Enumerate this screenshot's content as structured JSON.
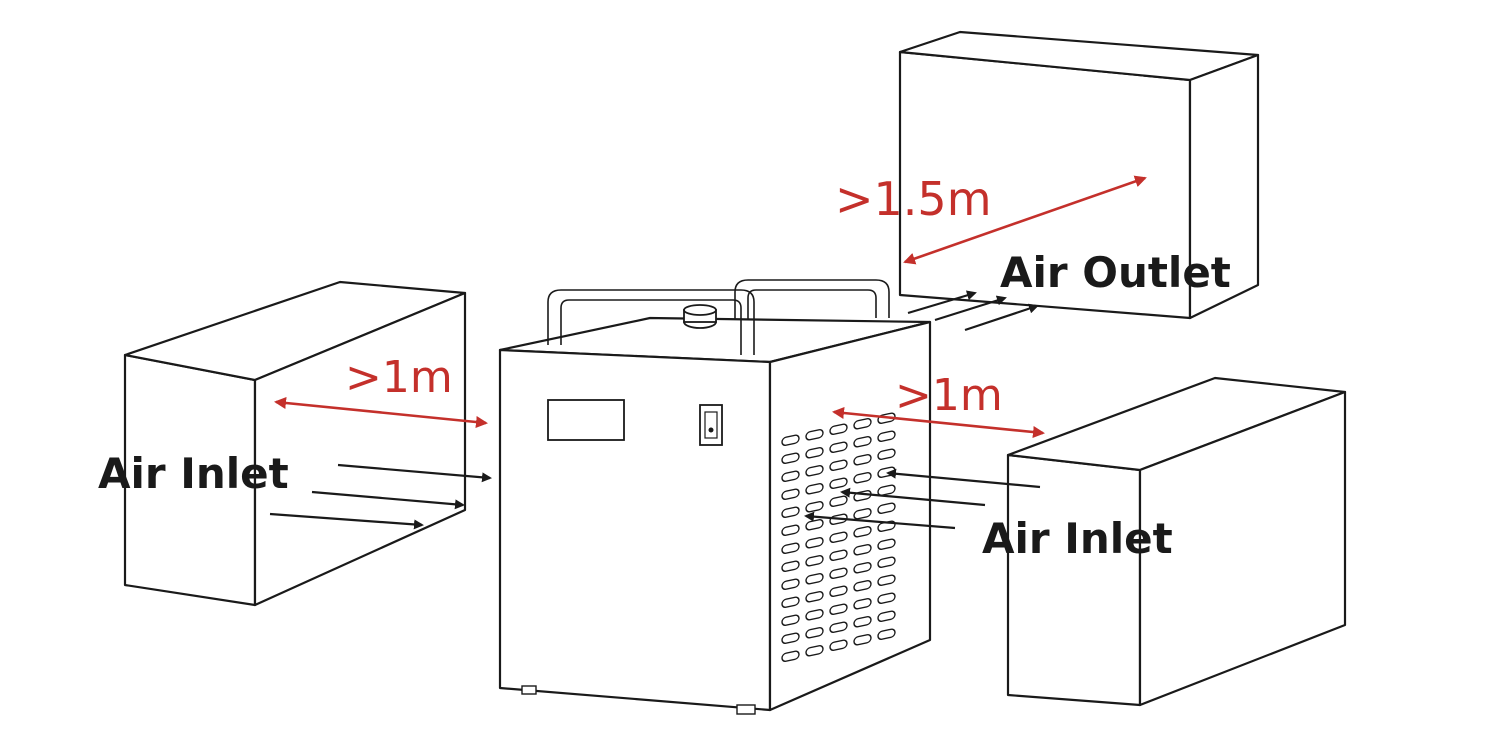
{
  "labels": {
    "left_inlet": "Air Inlet",
    "right_inlet": "Air Inlet",
    "outlet": "Air Outlet",
    "left_distance": ">1m",
    "right_distance": ">1m",
    "outlet_distance": ">1.5m"
  },
  "colors": {
    "line": "#1a1a1a",
    "dimension": "#c4302b",
    "background": "#ffffff"
  }
}
